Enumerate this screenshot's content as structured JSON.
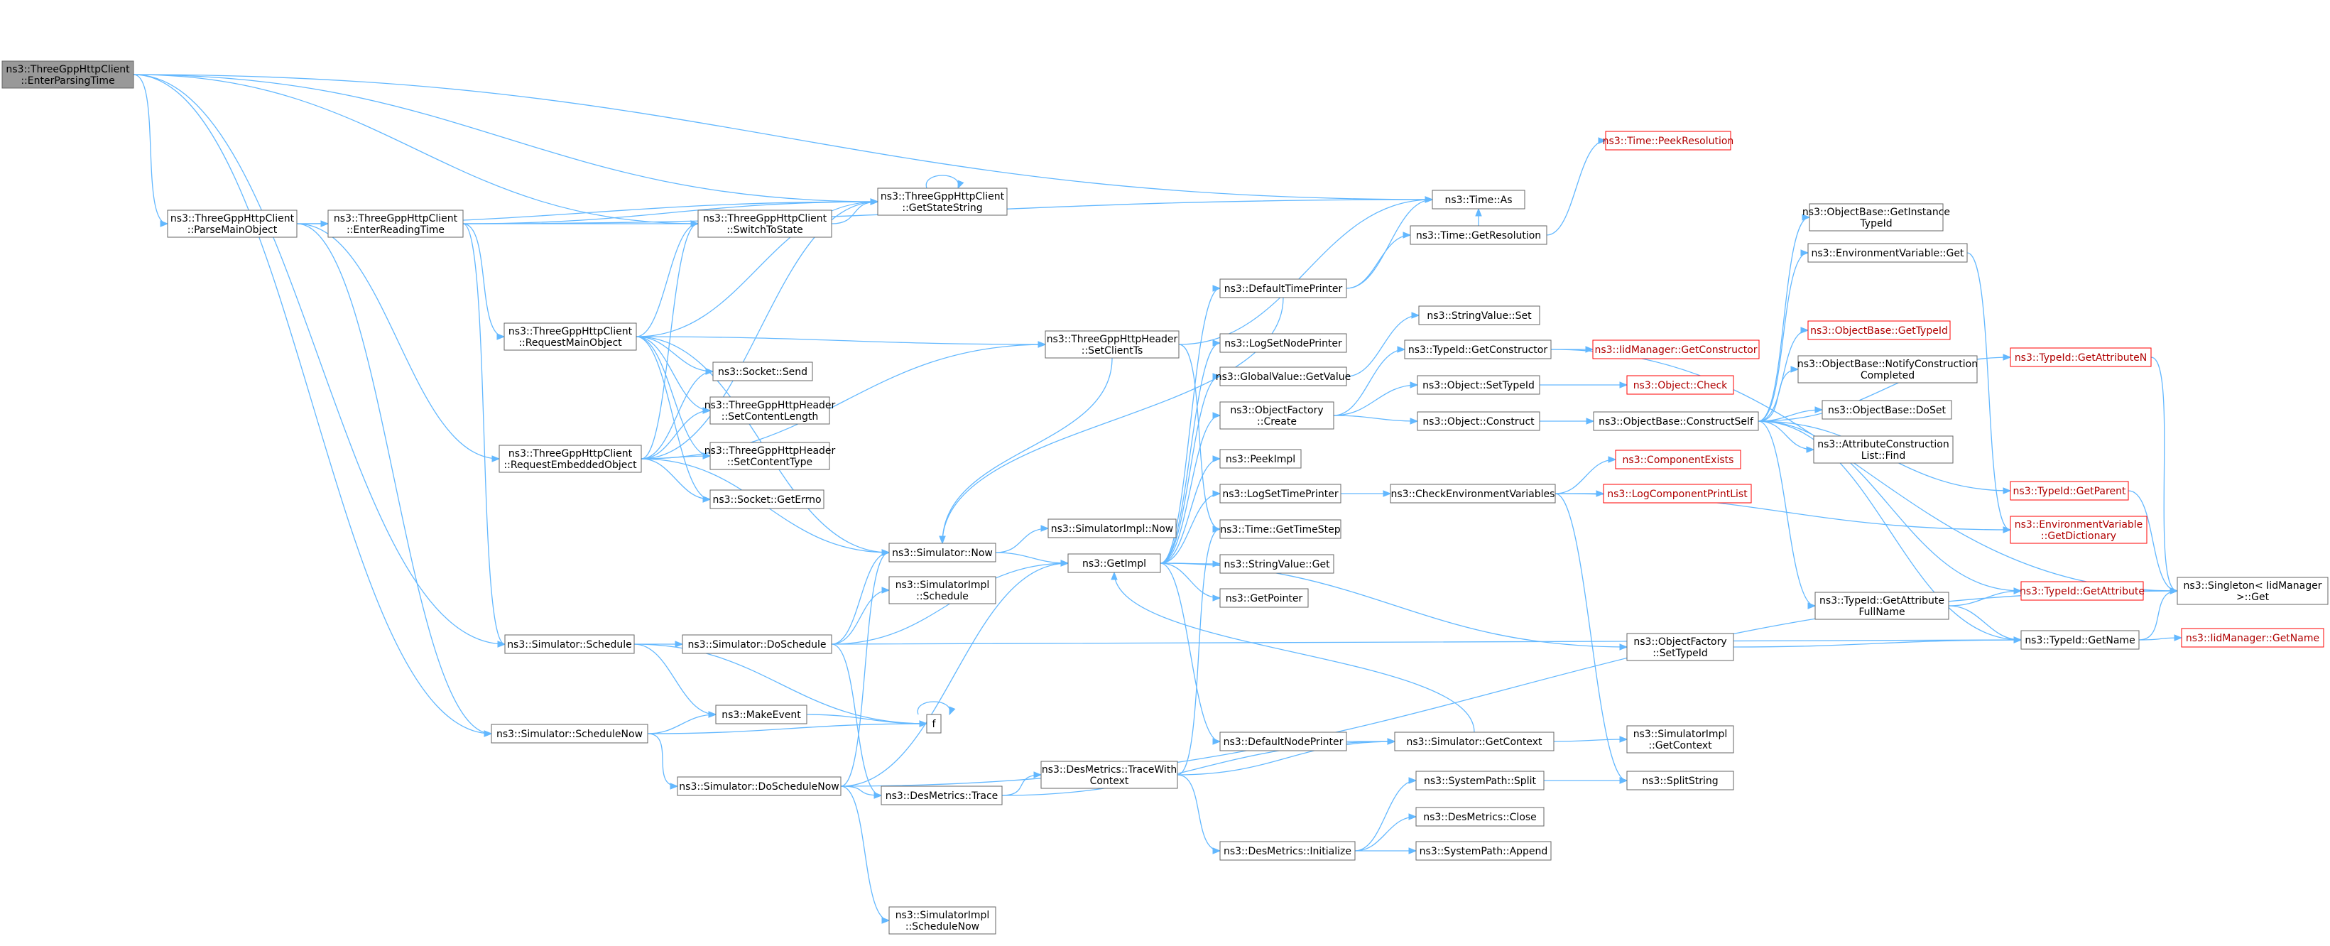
{
  "graph": {
    "nodes": [
      {
        "id": "root",
        "lines": [
          "ns3::ThreeGppHttpClient",
          "::EnterParsingTime"
        ],
        "root": true
      },
      {
        "id": "parseMain",
        "lines": [
          "ns3::ThreeGppHttpClient",
          "::ParseMainObject"
        ]
      },
      {
        "id": "enterReading",
        "lines": [
          "ns3::ThreeGppHttpClient",
          "::EnterReadingTime"
        ]
      },
      {
        "id": "switchToState",
        "lines": [
          "ns3::ThreeGppHttpClient",
          "::SwitchToState"
        ]
      },
      {
        "id": "getStateString",
        "lines": [
          "ns3::ThreeGppHttpClient",
          "::GetStateString"
        ]
      },
      {
        "id": "requestMain",
        "lines": [
          "ns3::ThreeGppHttpClient",
          "::RequestMainObject"
        ]
      },
      {
        "id": "requestEmbedded",
        "lines": [
          "ns3::ThreeGppHttpClient",
          "::RequestEmbeddedObject"
        ]
      },
      {
        "id": "socketSend",
        "lines": [
          "ns3::Socket::Send"
        ]
      },
      {
        "id": "setContentLength",
        "lines": [
          "ns3::ThreeGppHttpHeader",
          "::SetContentLength"
        ]
      },
      {
        "id": "setContentType",
        "lines": [
          "ns3::ThreeGppHttpHeader",
          "::SetContentType"
        ]
      },
      {
        "id": "socketGetErrno",
        "lines": [
          "ns3::Socket::GetErrno"
        ]
      },
      {
        "id": "setClientTs",
        "lines": [
          "ns3::ThreeGppHttpHeader",
          "::SetClientTs"
        ]
      },
      {
        "id": "simNow",
        "lines": [
          "ns3::Simulator::Now"
        ]
      },
      {
        "id": "simImplNow",
        "lines": [
          "ns3::SimulatorImpl::Now"
        ]
      },
      {
        "id": "simSchedule",
        "lines": [
          "ns3::Simulator::Schedule"
        ]
      },
      {
        "id": "simDoSchedule",
        "lines": [
          "ns3::Simulator::DoSchedule"
        ]
      },
      {
        "id": "simImplSchedule",
        "lines": [
          "ns3::SimulatorImpl",
          "::Schedule"
        ]
      },
      {
        "id": "makeEvent",
        "lines": [
          "ns3::MakeEvent"
        ]
      },
      {
        "id": "f",
        "lines": [
          "f"
        ]
      },
      {
        "id": "simScheduleNow",
        "lines": [
          "ns3::Simulator::ScheduleNow"
        ]
      },
      {
        "id": "simDoScheduleNow",
        "lines": [
          "ns3::Simulator::DoScheduleNow"
        ]
      },
      {
        "id": "desTrace",
        "lines": [
          "ns3::DesMetrics::Trace"
        ]
      },
      {
        "id": "simImplScheduleNow",
        "lines": [
          "ns3::SimulatorImpl",
          "::ScheduleNow"
        ]
      },
      {
        "id": "desTraceWith",
        "lines": [
          "ns3::DesMetrics::TraceWith",
          "Context"
        ]
      },
      {
        "id": "getImpl",
        "lines": [
          "ns3::GetImpl"
        ]
      },
      {
        "id": "timeAs",
        "lines": [
          "ns3::Time::As"
        ]
      },
      {
        "id": "peekRes",
        "lines": [
          "ns3::Time::PeekResolution"
        ],
        "trunc": true
      },
      {
        "id": "getRes",
        "lines": [
          "ns3::Time::GetResolution"
        ]
      },
      {
        "id": "defaultTimePrinter",
        "lines": [
          "ns3::DefaultTimePrinter"
        ]
      },
      {
        "id": "logSetNodePrinter",
        "lines": [
          "ns3::LogSetNodePrinter"
        ]
      },
      {
        "id": "globalGetValue",
        "lines": [
          "ns3::GlobalValue::GetValue"
        ]
      },
      {
        "id": "objFactoryCreate",
        "lines": [
          "ns3::ObjectFactory",
          "::Create"
        ]
      },
      {
        "id": "peekImpl",
        "lines": [
          "ns3::PeekImpl"
        ]
      },
      {
        "id": "logSetTimePrinter",
        "lines": [
          "ns3::LogSetTimePrinter"
        ]
      },
      {
        "id": "timeGetTimeStep",
        "lines": [
          "ns3::Time::GetTimeStep"
        ]
      },
      {
        "id": "strValueGet",
        "lines": [
          "ns3::StringValue::Get"
        ]
      },
      {
        "id": "getPointer",
        "lines": [
          "ns3::GetPointer"
        ]
      },
      {
        "id": "defaultNodePrinter",
        "lines": [
          "ns3::DefaultNodePrinter"
        ]
      },
      {
        "id": "simGetContext",
        "lines": [
          "ns3::Simulator::GetContext"
        ]
      },
      {
        "id": "desInitialize",
        "lines": [
          "ns3::DesMetrics::Initialize"
        ]
      },
      {
        "id": "strValueSet",
        "lines": [
          "ns3::StringValue::Set"
        ]
      },
      {
        "id": "typeIdGetConstructor",
        "lines": [
          "ns3::TypeId::GetConstructor"
        ]
      },
      {
        "id": "objSetTypeId",
        "lines": [
          "ns3::Object::SetTypeId"
        ]
      },
      {
        "id": "objConstruct",
        "lines": [
          "ns3::Object::Construct"
        ]
      },
      {
        "id": "checkEnvVars",
        "lines": [
          "ns3::CheckEnvironmentVariables"
        ]
      },
      {
        "id": "objFactorySetTypeId",
        "lines": [
          "ns3::ObjectFactory",
          "::SetTypeId"
        ]
      },
      {
        "id": "simImplGetContext",
        "lines": [
          "ns3::SimulatorImpl",
          "::GetContext"
        ]
      },
      {
        "id": "sysPathSplit",
        "lines": [
          "ns3::SystemPath::Split"
        ]
      },
      {
        "id": "desClose",
        "lines": [
          "ns3::DesMetrics::Close"
        ]
      },
      {
        "id": "sysPathAppend",
        "lines": [
          "ns3::SystemPath::Append"
        ]
      },
      {
        "id": "splitString",
        "lines": [
          "ns3::SplitString"
        ]
      },
      {
        "id": "iidGetConstructor",
        "lines": [
          "ns3::IidManager::GetConstructor"
        ],
        "trunc": true
      },
      {
        "id": "objCheck",
        "lines": [
          "ns3::Object::Check"
        ],
        "trunc": true
      },
      {
        "id": "objBaseConstructSelf",
        "lines": [
          "ns3::ObjectBase::ConstructSelf"
        ]
      },
      {
        "id": "componentExists",
        "lines": [
          "ns3::ComponentExists"
        ],
        "trunc": true
      },
      {
        "id": "logComponentPrintList",
        "lines": [
          "ns3::LogComponentPrintList"
        ],
        "trunc": true
      },
      {
        "id": "objBaseGetInstanceTypeId",
        "lines": [
          "ns3::ObjectBase::GetInstance",
          "TypeId"
        ]
      },
      {
        "id": "envVarGet",
        "lines": [
          "ns3::EnvironmentVariable::Get"
        ]
      },
      {
        "id": "objBaseGetTypeId",
        "lines": [
          "ns3::ObjectBase::GetTypeId"
        ],
        "trunc": true
      },
      {
        "id": "objBaseNotify",
        "lines": [
          "ns3::ObjectBase::NotifyConstruction",
          "Completed"
        ]
      },
      {
        "id": "objBaseDoSet",
        "lines": [
          "ns3::ObjectBase::DoSet"
        ]
      },
      {
        "id": "attrConstrFind",
        "lines": [
          "ns3::AttributeConstruction",
          "List::Find"
        ]
      },
      {
        "id": "typeIdGetAttributeN",
        "lines": [
          "ns3::TypeId::GetAttributeN"
        ],
        "trunc": true
      },
      {
        "id": "typeIdGetParent",
        "lines": [
          "ns3::TypeId::GetParent"
        ],
        "trunc": true
      },
      {
        "id": "envVarGetDictionary",
        "lines": [
          "ns3::EnvironmentVariable",
          "::GetDictionary"
        ],
        "trunc": true
      },
      {
        "id": "typeIdGetAttrFullName",
        "lines": [
          "ns3::TypeId::GetAttribute",
          "FullName"
        ]
      },
      {
        "id": "typeIdGetAttribute",
        "lines": [
          "ns3::TypeId::GetAttribute"
        ],
        "trunc": true
      },
      {
        "id": "typeIdGetName",
        "lines": [
          "ns3::TypeId::GetName"
        ]
      },
      {
        "id": "singletonGet",
        "lines": [
          "ns3::Singleton< IidManager",
          ">::Get"
        ]
      },
      {
        "id": "iidGetName",
        "lines": [
          "ns3::IidManager::GetName"
        ],
        "trunc": true
      }
    ],
    "edges": [
      [
        "root",
        "parseMain"
      ],
      [
        "root",
        "switchToState"
      ],
      [
        "root",
        "getStateString"
      ],
      [
        "root",
        "timeAs"
      ],
      [
        "root",
        "simSchedule"
      ],
      [
        "root",
        "simScheduleNow"
      ],
      [
        "parseMain",
        "enterReading"
      ],
      [
        "parseMain",
        "getStateString"
      ],
      [
        "parseMain",
        "requestEmbedded"
      ],
      [
        "parseMain",
        "simScheduleNow"
      ],
      [
        "enterReading",
        "switchToState"
      ],
      [
        "enterReading",
        "getStateString"
      ],
      [
        "enterReading",
        "requestMain"
      ],
      [
        "enterReading",
        "simSchedule"
      ],
      [
        "enterReading",
        "timeAs"
      ],
      [
        "switchToState",
        "getStateString"
      ],
      [
        "getStateString",
        "getStateString"
      ],
      [
        "requestMain",
        "switchToState"
      ],
      [
        "requestMain",
        "getStateString"
      ],
      [
        "requestMain",
        "socketSend"
      ],
      [
        "requestMain",
        "setContentLength"
      ],
      [
        "requestMain",
        "setContentType"
      ],
      [
        "requestMain",
        "socketGetErrno"
      ],
      [
        "requestMain",
        "setClientTs"
      ],
      [
        "requestMain",
        "simNow"
      ],
      [
        "requestEmbedded",
        "switchToState"
      ],
      [
        "requestEmbedded",
        "getStateString"
      ],
      [
        "requestEmbedded",
        "socketSend"
      ],
      [
        "requestEmbedded",
        "setContentLength"
      ],
      [
        "requestEmbedded",
        "setContentType"
      ],
      [
        "requestEmbedded",
        "socketGetErrno"
      ],
      [
        "requestEmbedded",
        "setClientTs"
      ],
      [
        "requestEmbedded",
        "simNow"
      ],
      [
        "setClientTs",
        "simNow"
      ],
      [
        "setClientTs",
        "timeAs"
      ],
      [
        "setClientTs",
        "timeGetTimeStep"
      ],
      [
        "simNow",
        "simImplNow"
      ],
      [
        "simNow",
        "getImpl"
      ],
      [
        "simSchedule",
        "simDoSchedule"
      ],
      [
        "simSchedule",
        "makeEvent"
      ],
      [
        "simSchedule",
        "f"
      ],
      [
        "simDoSchedule",
        "simNow"
      ],
      [
        "simDoSchedule",
        "simImplSchedule"
      ],
      [
        "simDoSchedule",
        "getImpl"
      ],
      [
        "simDoSchedule",
        "desTrace"
      ],
      [
        "simDoSchedule",
        "typeIdGetName"
      ],
      [
        "simScheduleNow",
        "makeEvent"
      ],
      [
        "simScheduleNow",
        "f"
      ],
      [
        "simScheduleNow",
        "simDoScheduleNow"
      ],
      [
        "makeEvent",
        "f"
      ],
      [
        "f",
        "f"
      ],
      [
        "simDoScheduleNow",
        "simNow"
      ],
      [
        "simDoScheduleNow",
        "getImpl"
      ],
      [
        "simDoScheduleNow",
        "desTrace"
      ],
      [
        "simDoScheduleNow",
        "simImplScheduleNow"
      ],
      [
        "simDoScheduleNow",
        "singletonGet"
      ],
      [
        "desTrace",
        "desTraceWith"
      ],
      [
        "desTrace",
        "simGetContext"
      ],
      [
        "desTraceWith",
        "timeGetTimeStep"
      ],
      [
        "desTraceWith",
        "simGetContext"
      ],
      [
        "desTraceWith",
        "desInitialize"
      ],
      [
        "getImpl",
        "defaultTimePrinter"
      ],
      [
        "getImpl",
        "logSetNodePrinter"
      ],
      [
        "getImpl",
        "globalGetValue"
      ],
      [
        "getImpl",
        "objFactoryCreate"
      ],
      [
        "getImpl",
        "peekImpl"
      ],
      [
        "getImpl",
        "logSetTimePrinter"
      ],
      [
        "getImpl",
        "strValueGet"
      ],
      [
        "getImpl",
        "getPointer"
      ],
      [
        "getImpl",
        "defaultNodePrinter"
      ],
      [
        "getImpl",
        "objFactorySetTypeId"
      ],
      [
        "defaultTimePrinter",
        "timeAs"
      ],
      [
        "defaultTimePrinter",
        "getRes"
      ],
      [
        "defaultTimePrinter",
        "simNow"
      ],
      [
        "getRes",
        "timeAs"
      ],
      [
        "getRes",
        "peekRes"
      ],
      [
        "globalGetValue",
        "strValueSet"
      ],
      [
        "objFactoryCreate",
        "typeIdGetConstructor"
      ],
      [
        "objFactoryCreate",
        "objSetTypeId"
      ],
      [
        "objFactoryCreate",
        "objConstruct"
      ],
      [
        "typeIdGetConstructor",
        "iidGetConstructor"
      ],
      [
        "typeIdGetConstructor",
        "singletonGet"
      ],
      [
        "objSetTypeId",
        "objCheck"
      ],
      [
        "objConstruct",
        "objBaseConstructSelf"
      ],
      [
        "logSetTimePrinter",
        "checkEnvVars"
      ],
      [
        "checkEnvVars",
        "componentExists"
      ],
      [
        "checkEnvVars",
        "logComponentPrintList"
      ],
      [
        "checkEnvVars",
        "envVarGetDictionary"
      ],
      [
        "checkEnvVars",
        "splitString"
      ],
      [
        "defaultNodePrinter",
        "simGetContext"
      ],
      [
        "simGetContext",
        "getImpl"
      ],
      [
        "simGetContext",
        "simImplGetContext"
      ],
      [
        "desInitialize",
        "sysPathSplit"
      ],
      [
        "desInitialize",
        "desClose"
      ],
      [
        "desInitialize",
        "sysPathAppend"
      ],
      [
        "sysPathSplit",
        "splitString"
      ],
      [
        "objFactorySetTypeId",
        "typeIdGetName"
      ],
      [
        "objBaseConstructSelf",
        "objBaseGetInstanceTypeId"
      ],
      [
        "objBaseConstructSelf",
        "envVarGet"
      ],
      [
        "objBaseConstructSelf",
        "objBaseGetTypeId"
      ],
      [
        "objBaseConstructSelf",
        "objBaseNotify"
      ],
      [
        "objBaseConstructSelf",
        "objBaseDoSet"
      ],
      [
        "objBaseConstructSelf",
        "attrConstrFind"
      ],
      [
        "objBaseConstructSelf",
        "typeIdGetAttributeN"
      ],
      [
        "objBaseConstructSelf",
        "typeIdGetParent"
      ],
      [
        "objBaseConstructSelf",
        "typeIdGetAttrFullName"
      ],
      [
        "objBaseConstructSelf",
        "typeIdGetAttribute"
      ],
      [
        "objBaseConstructSelf",
        "typeIdGetName"
      ],
      [
        "envVarGet",
        "envVarGetDictionary"
      ],
      [
        "typeIdGetAttributeN",
        "singletonGet"
      ],
      [
        "typeIdGetParent",
        "singletonGet"
      ],
      [
        "typeIdGetAttrFullName",
        "typeIdGetAttribute"
      ],
      [
        "typeIdGetAttrFullName",
        "typeIdGetName"
      ],
      [
        "typeIdGetAttribute",
        "singletonGet"
      ],
      [
        "typeIdGetName",
        "singletonGet"
      ],
      [
        "typeIdGetName",
        "iidGetName"
      ]
    ]
  }
}
